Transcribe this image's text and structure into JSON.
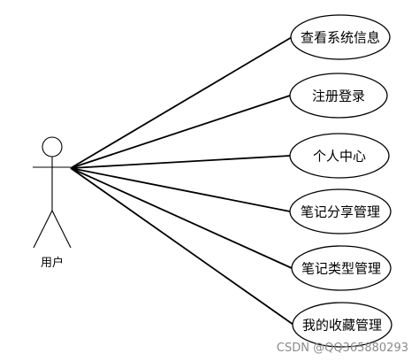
{
  "actor": {
    "name": "用户"
  },
  "use_cases": [
    {
      "id": "view-system-info",
      "label": "查看系统信息"
    },
    {
      "id": "register-login",
      "label": "注册登录"
    },
    {
      "id": "personal-center",
      "label": "个人中心"
    },
    {
      "id": "note-sharing-management",
      "label": "笔记分享管理"
    },
    {
      "id": "note-type-management",
      "label": "笔记类型管理"
    },
    {
      "id": "my-favorites-management",
      "label": "我的收藏管理"
    }
  ],
  "watermark": "CSDN @QQ365880293"
}
